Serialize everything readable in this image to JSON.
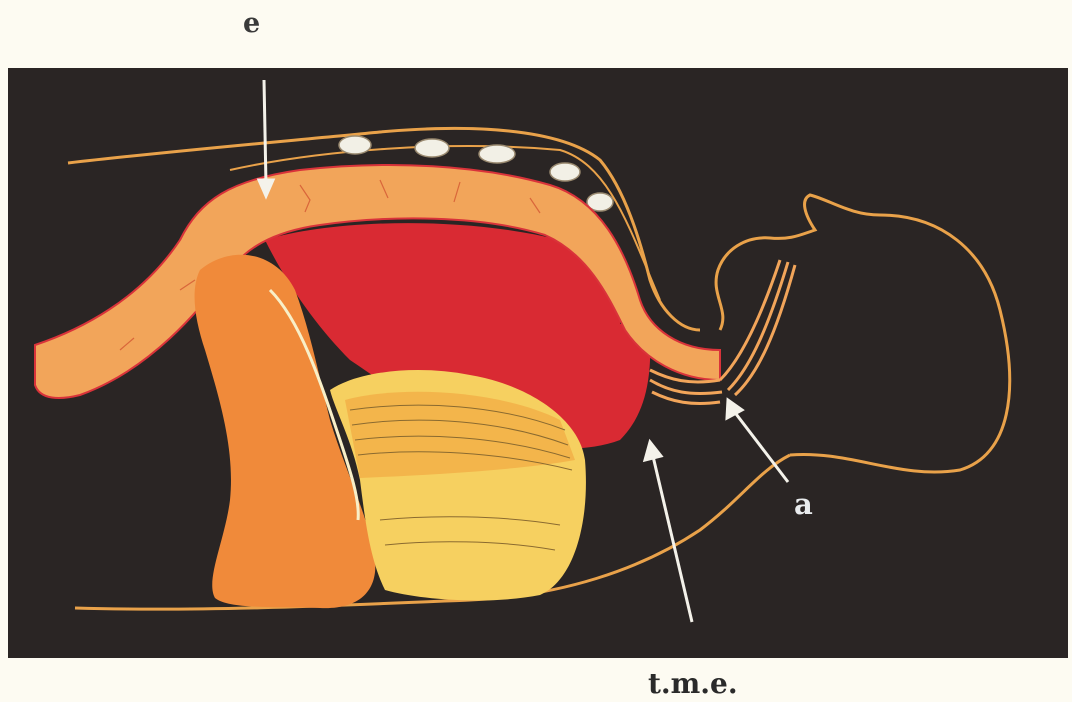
{
  "labels": {
    "e": "e",
    "a": "a",
    "tme": "t.m.e."
  },
  "colors": {
    "page_background": "#fdfbf2",
    "panel_background": "#2a2524",
    "outline": "#e9a24a",
    "esophagus_tube": "#f2a55a",
    "lung_red": "#d92a33",
    "heart_orange": "#f08a3a",
    "liver_yellow": "#f6d060",
    "arrow": "#f4f2ea",
    "vertebra": "#f2f0e6"
  },
  "icons": {
    "arrow": "arrow-pointer",
    "vertebra": "vertebra-shape"
  }
}
